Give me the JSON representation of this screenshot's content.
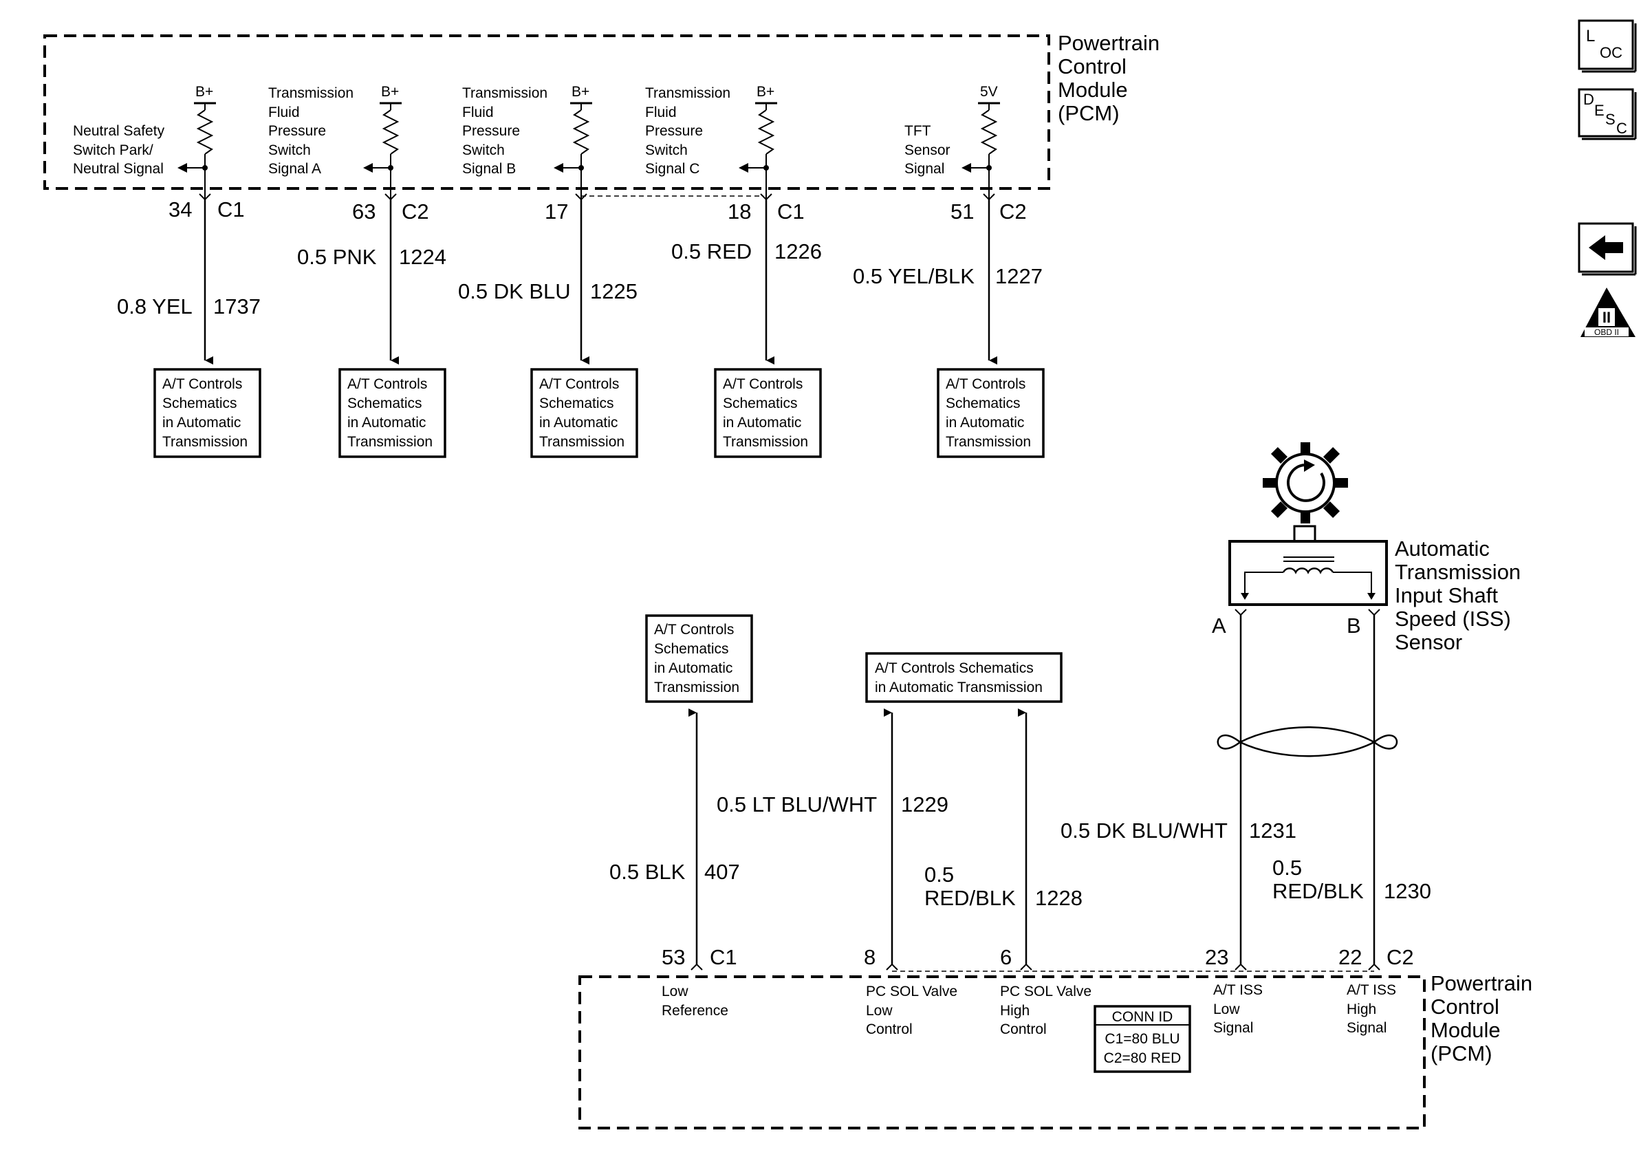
{
  "top_pcm": {
    "title": [
      "Powertrain",
      "Control",
      "Module",
      "(PCM)"
    ],
    "circuits": [
      {
        "supply": "B+",
        "signal": [
          "Neutral Safety",
          "Switch Park/",
          "Neutral Signal"
        ],
        "pin": "34",
        "connector": "C1",
        "wire_size_color": "0.8 YEL",
        "circuit_no": "1737"
      },
      {
        "supply": "B+",
        "signal": [
          "Transmission",
          "Fluid",
          "Pressure",
          "Switch",
          "Signal A"
        ],
        "pin": "63",
        "connector": "C2",
        "wire_size_color": "0.5 PNK",
        "circuit_no": "1224"
      },
      {
        "supply": "B+",
        "signal": [
          "Transmission",
          "Fluid",
          "Pressure",
          "Switch",
          "Signal B"
        ],
        "pin": "17",
        "connector": "",
        "wire_size_color": "0.5 DK BLU",
        "circuit_no": "1225"
      },
      {
        "supply": "B+",
        "signal": [
          "Transmission",
          "Fluid",
          "Pressure",
          "Switch",
          "Signal C"
        ],
        "pin": "18",
        "connector": "C1",
        "wire_size_color": "0.5 RED",
        "circuit_no": "1226"
      },
      {
        "supply": "5V",
        "signal": [
          "TFT",
          "Sensor",
          "Signal"
        ],
        "pin": "51",
        "connector": "C2",
        "wire_size_color": "0.5 YEL/BLK",
        "circuit_no": "1227"
      }
    ],
    "reference_box": [
      "A/T Controls",
      "Schematics",
      "in Automatic",
      "Transmission"
    ]
  },
  "iss_sensor": {
    "name": [
      "Automatic",
      "Transmission",
      "Input Shaft",
      "Speed (ISS)",
      "Sensor"
    ],
    "terminal_a": "A",
    "terminal_b": "B"
  },
  "bottom": {
    "ref_box_left": [
      "A/T Controls",
      "Schematics",
      "in Automatic",
      "Transmission"
    ],
    "ref_box_wide": [
      "A/T Controls Schematics",
      "in Automatic Transmission"
    ],
    "wires": {
      "w407": {
        "color": "0.5 BLK",
        "circuit_no": "407"
      },
      "w1229": {
        "color": "0.5 LT BLU/WHT",
        "circuit_no": "1229"
      },
      "w1228": {
        "color": [
          "0.5",
          "RED/BLK"
        ],
        "circuit_no": "1228"
      },
      "w1231": {
        "color": "0.5 DK BLU/WHT",
        "circuit_no": "1231"
      },
      "w1230": {
        "color": [
          "0.5",
          "RED/BLK"
        ],
        "circuit_no": "1230"
      }
    },
    "pins": [
      {
        "pin": "53",
        "connector": "C1",
        "label": [
          "Low",
          "Reference"
        ]
      },
      {
        "pin": "8",
        "connector": "",
        "label": [
          "PC SOL Valve",
          "Low",
          "Control"
        ]
      },
      {
        "pin": "6",
        "connector": "",
        "label": [
          "PC SOL Valve",
          "High",
          "Control"
        ]
      },
      {
        "pin": "23",
        "connector": "",
        "label": [
          "A/T ISS",
          "Low",
          "Signal"
        ]
      },
      {
        "pin": "22",
        "connector": "C2",
        "label": [
          "A/T ISS",
          "High",
          "Signal"
        ]
      }
    ],
    "pcm_title": [
      "Powertrain",
      "Control",
      "Module",
      "(PCM)"
    ],
    "conn_id": {
      "title": "CONN ID",
      "lines": [
        "C1=80 BLU",
        "C2=80 RED"
      ]
    }
  },
  "icons": {
    "loc": {
      "big": "L",
      "small": "OC"
    },
    "desc": {
      "big": "D",
      "mid": "E",
      "small1": "S",
      "small2": "C"
    },
    "back_arrow": "back-arrow-icon",
    "obd": {
      "numeral": "II",
      "caption": "OBD II"
    }
  }
}
